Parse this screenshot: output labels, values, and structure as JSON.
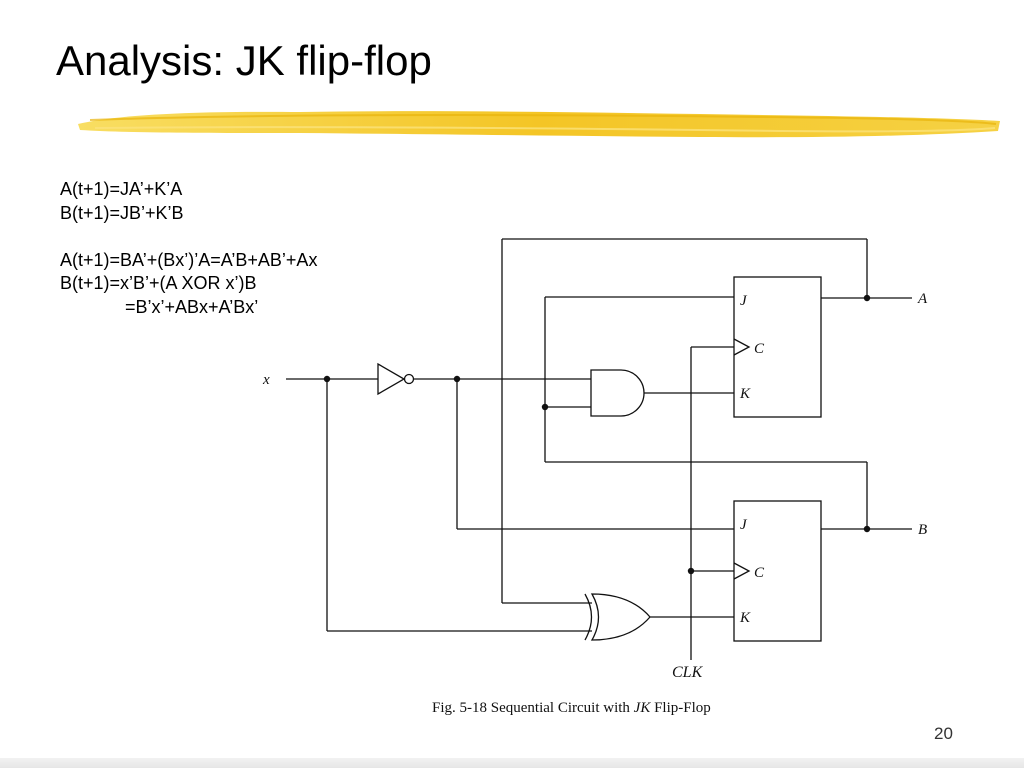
{
  "slide": {
    "title": "Analysis: JK flip-flop",
    "page_number": "20",
    "accent_color": "#f5c518"
  },
  "equations": {
    "line1": "A(t+1)=JA’+K’A",
    "line2": "B(t+1)=JB’+K’B",
    "line3": "A(t+1)=BA’+(Bx’)’A=A’B+AB’+Ax",
    "line4": "B(t+1)=x’B’+(A XOR x’)B",
    "line5": "=B’x’+ABx+A’Bx’"
  },
  "circuit": {
    "input_x": "x",
    "output_a": "A",
    "output_b": "B",
    "clock_label": "CLK",
    "ff_a_pins": {
      "j": "J",
      "c": "C",
      "k": "K"
    },
    "ff_b_pins": {
      "j": "J",
      "c": "C",
      "k": "K"
    },
    "caption_prefix": "Fig. 5-18  Sequential Circuit with ",
    "caption_emphasis": "JK",
    "caption_suffix": " Flip-Flop"
  }
}
